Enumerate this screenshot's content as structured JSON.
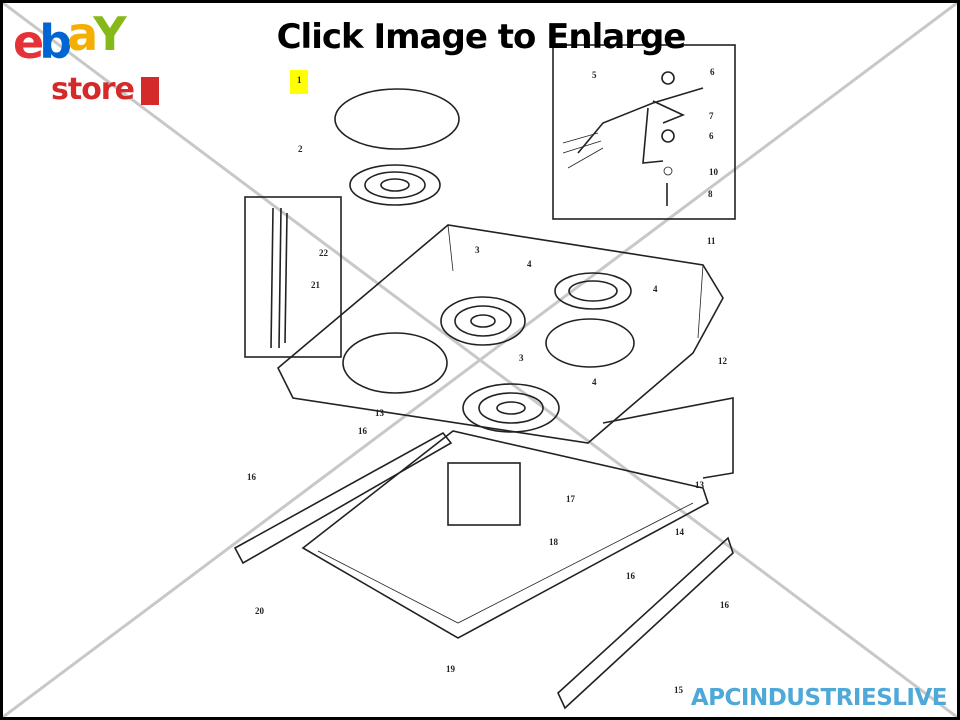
{
  "header": {
    "title": "Click Image to Enlarge"
  },
  "logo": {
    "text_ebay": "ebaY",
    "text_store": "store",
    "colors": {
      "e": "#e53238",
      "b": "#0064d2",
      "a": "#f5af02",
      "y": "#86b817",
      "store": "#d42a2a"
    }
  },
  "footer": {
    "watermark": "APCINDUSTRIESLIVE",
    "color": "#4fa9d8"
  },
  "overlay": {
    "cross_color": "#c8c8c8"
  },
  "diagram": {
    "callouts": [
      "1",
      "2",
      "3",
      "4",
      "5",
      "6",
      "7",
      "6",
      "10",
      "8",
      "11",
      "3",
      "4",
      "4",
      "12",
      "13",
      "16",
      "16",
      "13",
      "17",
      "18",
      "14",
      "16",
      "16",
      "20",
      "19",
      "15",
      "21",
      "22"
    ]
  }
}
